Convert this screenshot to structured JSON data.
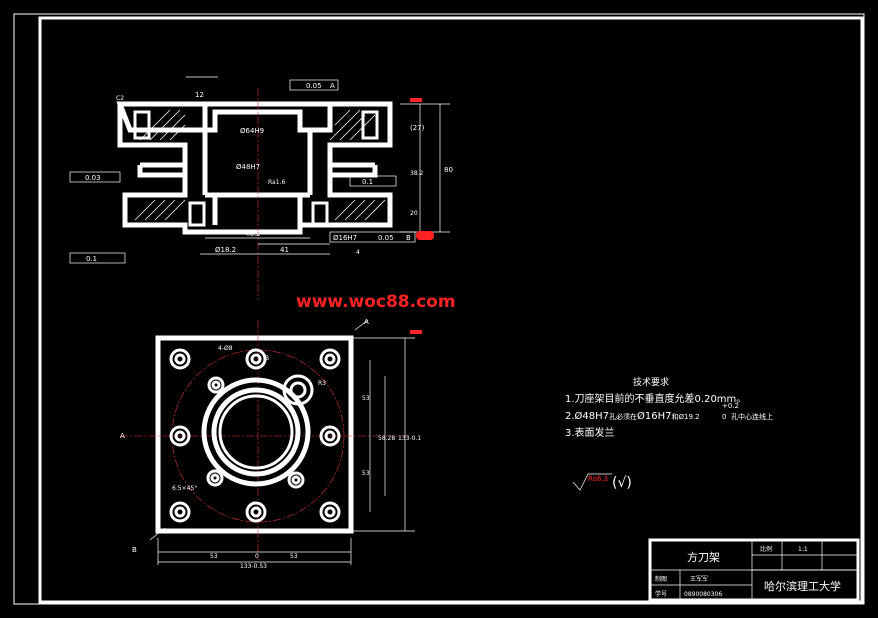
{
  "watermark": "www.woc88.com",
  "tech_requirements": {
    "heading": "技术要求",
    "item1": "1.刀座架目前的不垂直度允差0.20mm。",
    "item2_prefix": "2.",
    "item2_bore": "Ø48H7",
    "item2_mid": "孔必须在",
    "item2_bore2": "Ø16H7",
    "item2_and": "和",
    "item2_small": "Ø19.2",
    "item2_tol_upper": "+0.2",
    "item2_tol_lower": "0",
    "item2_end": "孔中心连线上",
    "item3": "3.表面发兰"
  },
  "roughness": {
    "label": "Ra6.3",
    "paren": "(√)"
  },
  "title_block": {
    "name": "方刀架",
    "scale_label": "比例",
    "scale_value": "1:1",
    "drawn_label": "制图",
    "drawn_name": "王军军",
    "id_label": "学号",
    "id_value": "0890080306",
    "school": "哈尔滨理工大学"
  },
  "front_view": {
    "flatness_top": "0.05",
    "datum_a": "A",
    "parallel_mid": "0.1",
    "perp": "0.03",
    "bore_top": "Ø64H9",
    "bore_mid": "Ø48H7",
    "ra": "Ra1.6",
    "bolt": "Ø16H7",
    "pos_tol": "0.05",
    "datum_b": "B",
    "pos_left": "0.1",
    "dim_46": "46.2",
    "dim_41": "41",
    "dim_18": "Ø18.2",
    "dim_27": "(27)",
    "dim_80": "80",
    "dim_38": "38.2",
    "dim_20": "20",
    "dim_12": "12",
    "dim_4": "4",
    "c2": "C2",
    "a_mark": "A"
  },
  "plan_view": {
    "dim_53a": "53",
    "dim_53b": "53",
    "dim_0": "0",
    "dim_total": "133-0.53",
    "dim_v1": "53",
    "dim_v2": "53",
    "dim_v3": "58.28",
    "dim_v4": "133-0.1",
    "dim_r": "R3",
    "dim_holes": "4-Ø8",
    "dim_b": "B",
    "dim_45": "6.5×45°",
    "a_left": "A",
    "a_top": "A",
    "b_mark": "B"
  }
}
